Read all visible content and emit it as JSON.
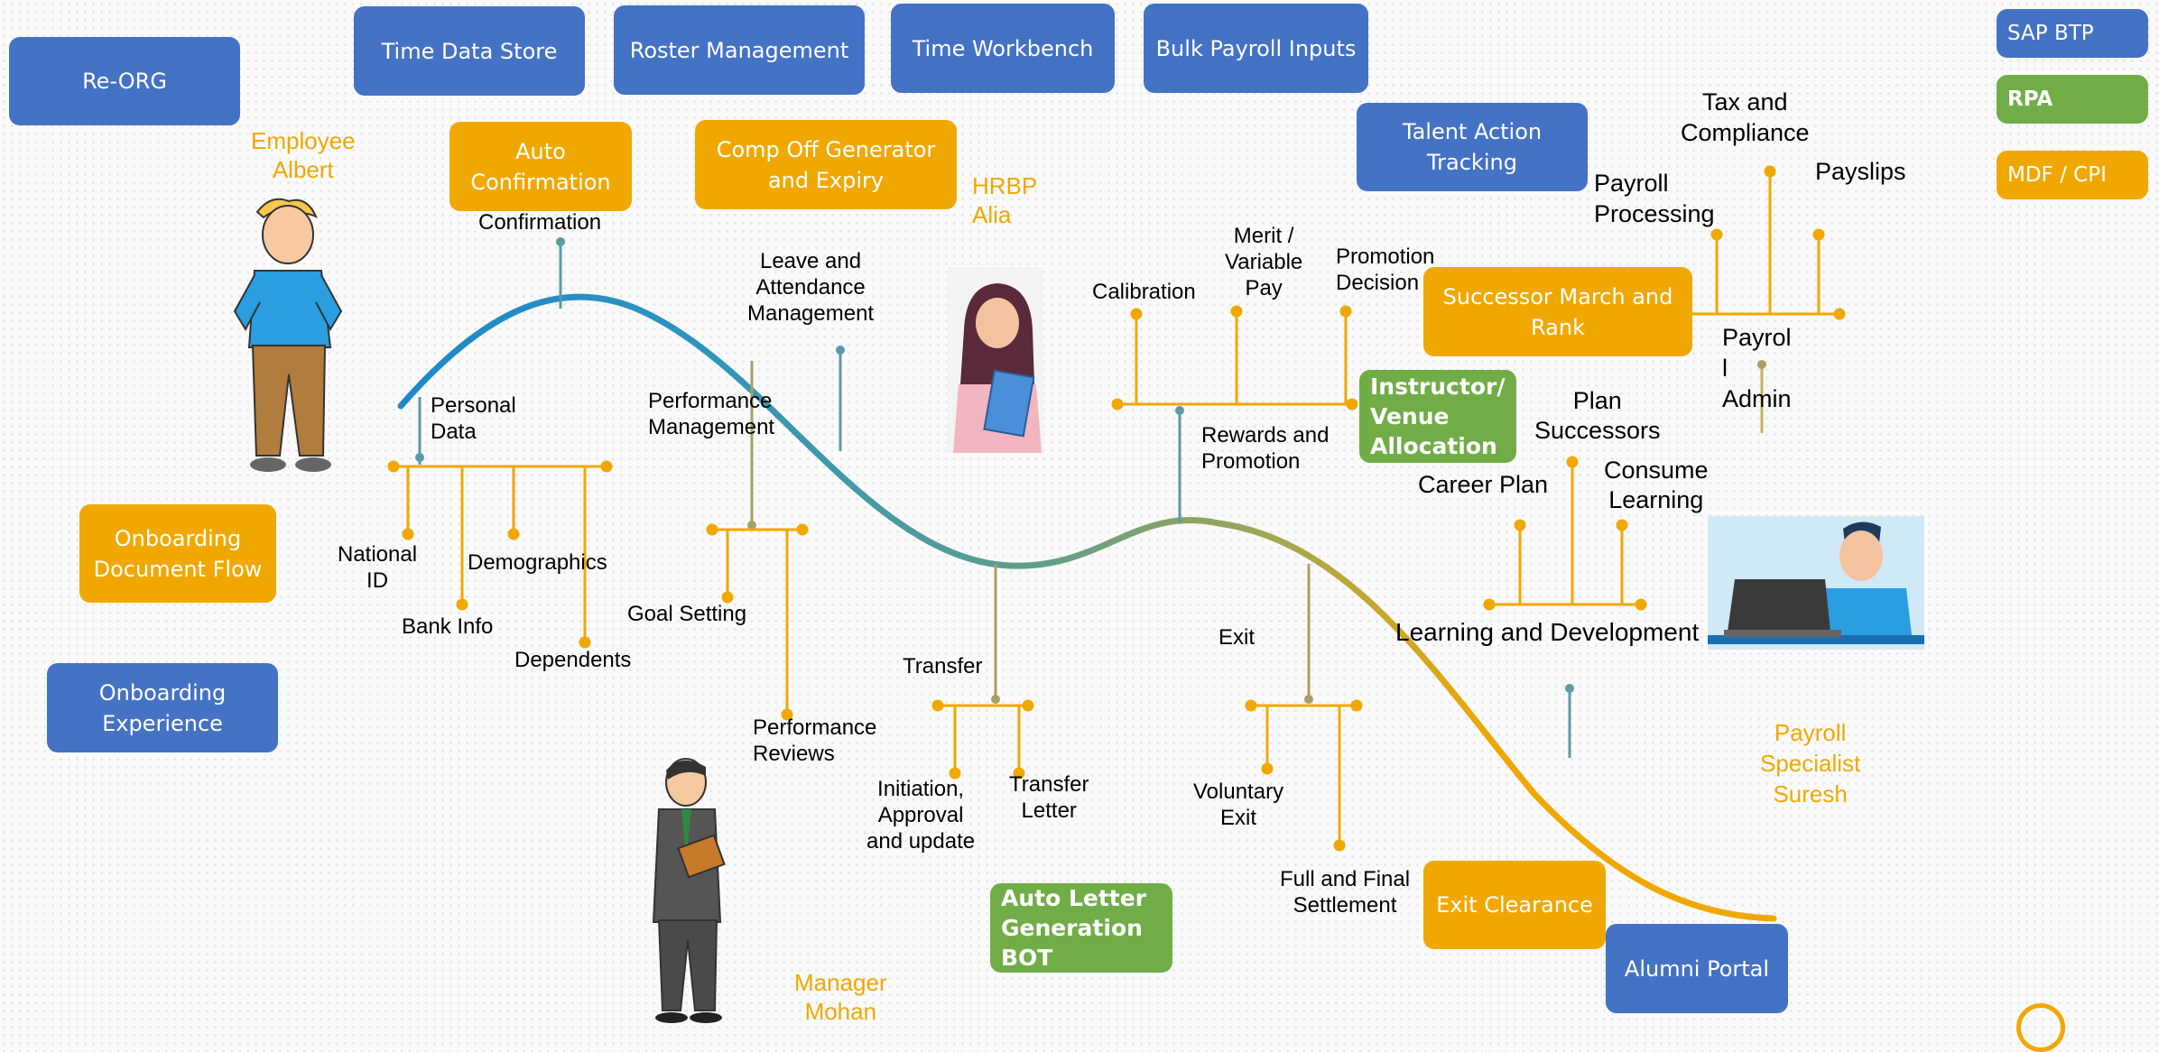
{
  "colors": {
    "blue": "#4472c4",
    "orange": "#f0a800",
    "green": "#70ad47",
    "curve_start": "#1e88c9",
    "curve_mid": "#5c9e8f",
    "curve_end": "#f0a800",
    "stem": "#6ba3a8",
    "orange_stem": "#f0a800"
  },
  "legend": {
    "sap_btp": "SAP BTP",
    "rpa": "RPA",
    "mdf_cpi": "MDF / CPI"
  },
  "boxes": {
    "re_org": "Re-ORG",
    "time_data_store": "Time Data Store",
    "roster_management": "Roster Management",
    "time_workbench": "Time Workbench",
    "bulk_payroll_inputs": "Bulk Payroll Inputs",
    "talent_action_tracking": "Talent Action\nTracking",
    "auto_confirmation": "Auto\nConfirmation",
    "comp_off": "Comp Off Generator\nand Expiry",
    "successor_march": "Successor March and\nRank",
    "instructor_venue": "Instructor/\nVenue\nAllocation",
    "onboarding_document_flow": "Onboarding\nDocument Flow",
    "onboarding_experience": "Onboarding\nExperience",
    "auto_letter": "Auto Letter\nGeneration\nBOT",
    "exit_clearance": "Exit Clearance",
    "alumni_portal": "Alumni Portal"
  },
  "roles": {
    "employee": "Employee\nAlbert",
    "hrbp": "HRBP\nAlia",
    "manager": "Manager\nMohan",
    "payroll_specialist": "Payroll\nSpecialist\nSuresh"
  },
  "labels": {
    "confirmation": "Confirmation",
    "personal_data": "Personal\nData",
    "national_id": "National\nID",
    "demographics": "Demographics",
    "bank_info": "Bank Info",
    "dependents": "Dependents",
    "leave_attendance": "Leave and\nAttendance\nManagement",
    "performance_management": "Performance\nManagement",
    "goal_setting": "Goal Setting",
    "performance_reviews": "Performance\nReviews",
    "transfer": "Transfer",
    "initiation": "Initiation,\nApproval\nand update",
    "transfer_letter": "Transfer\nLetter",
    "calibration": "Calibration",
    "merit": "Merit /\nVariable\nPay",
    "promotion_decision": "Promotion\nDecision",
    "rewards_promotion": "Rewards and\nPromotion",
    "exit": "Exit",
    "voluntary_exit": "Voluntary\nExit",
    "full_final": "Full and Final\nSettlement",
    "career_plan": "Career Plan",
    "plan_successors": "Plan\nSuccessors",
    "consume_learning": "Consume\nLearning",
    "learning_development": "Learning and Development",
    "tax_compliance": "Tax and\nCompliance",
    "payroll_processing": "Payroll\nProcessing",
    "payslips": "Payslips",
    "payroll_admin": "Payrol\nl\nAdmin"
  }
}
